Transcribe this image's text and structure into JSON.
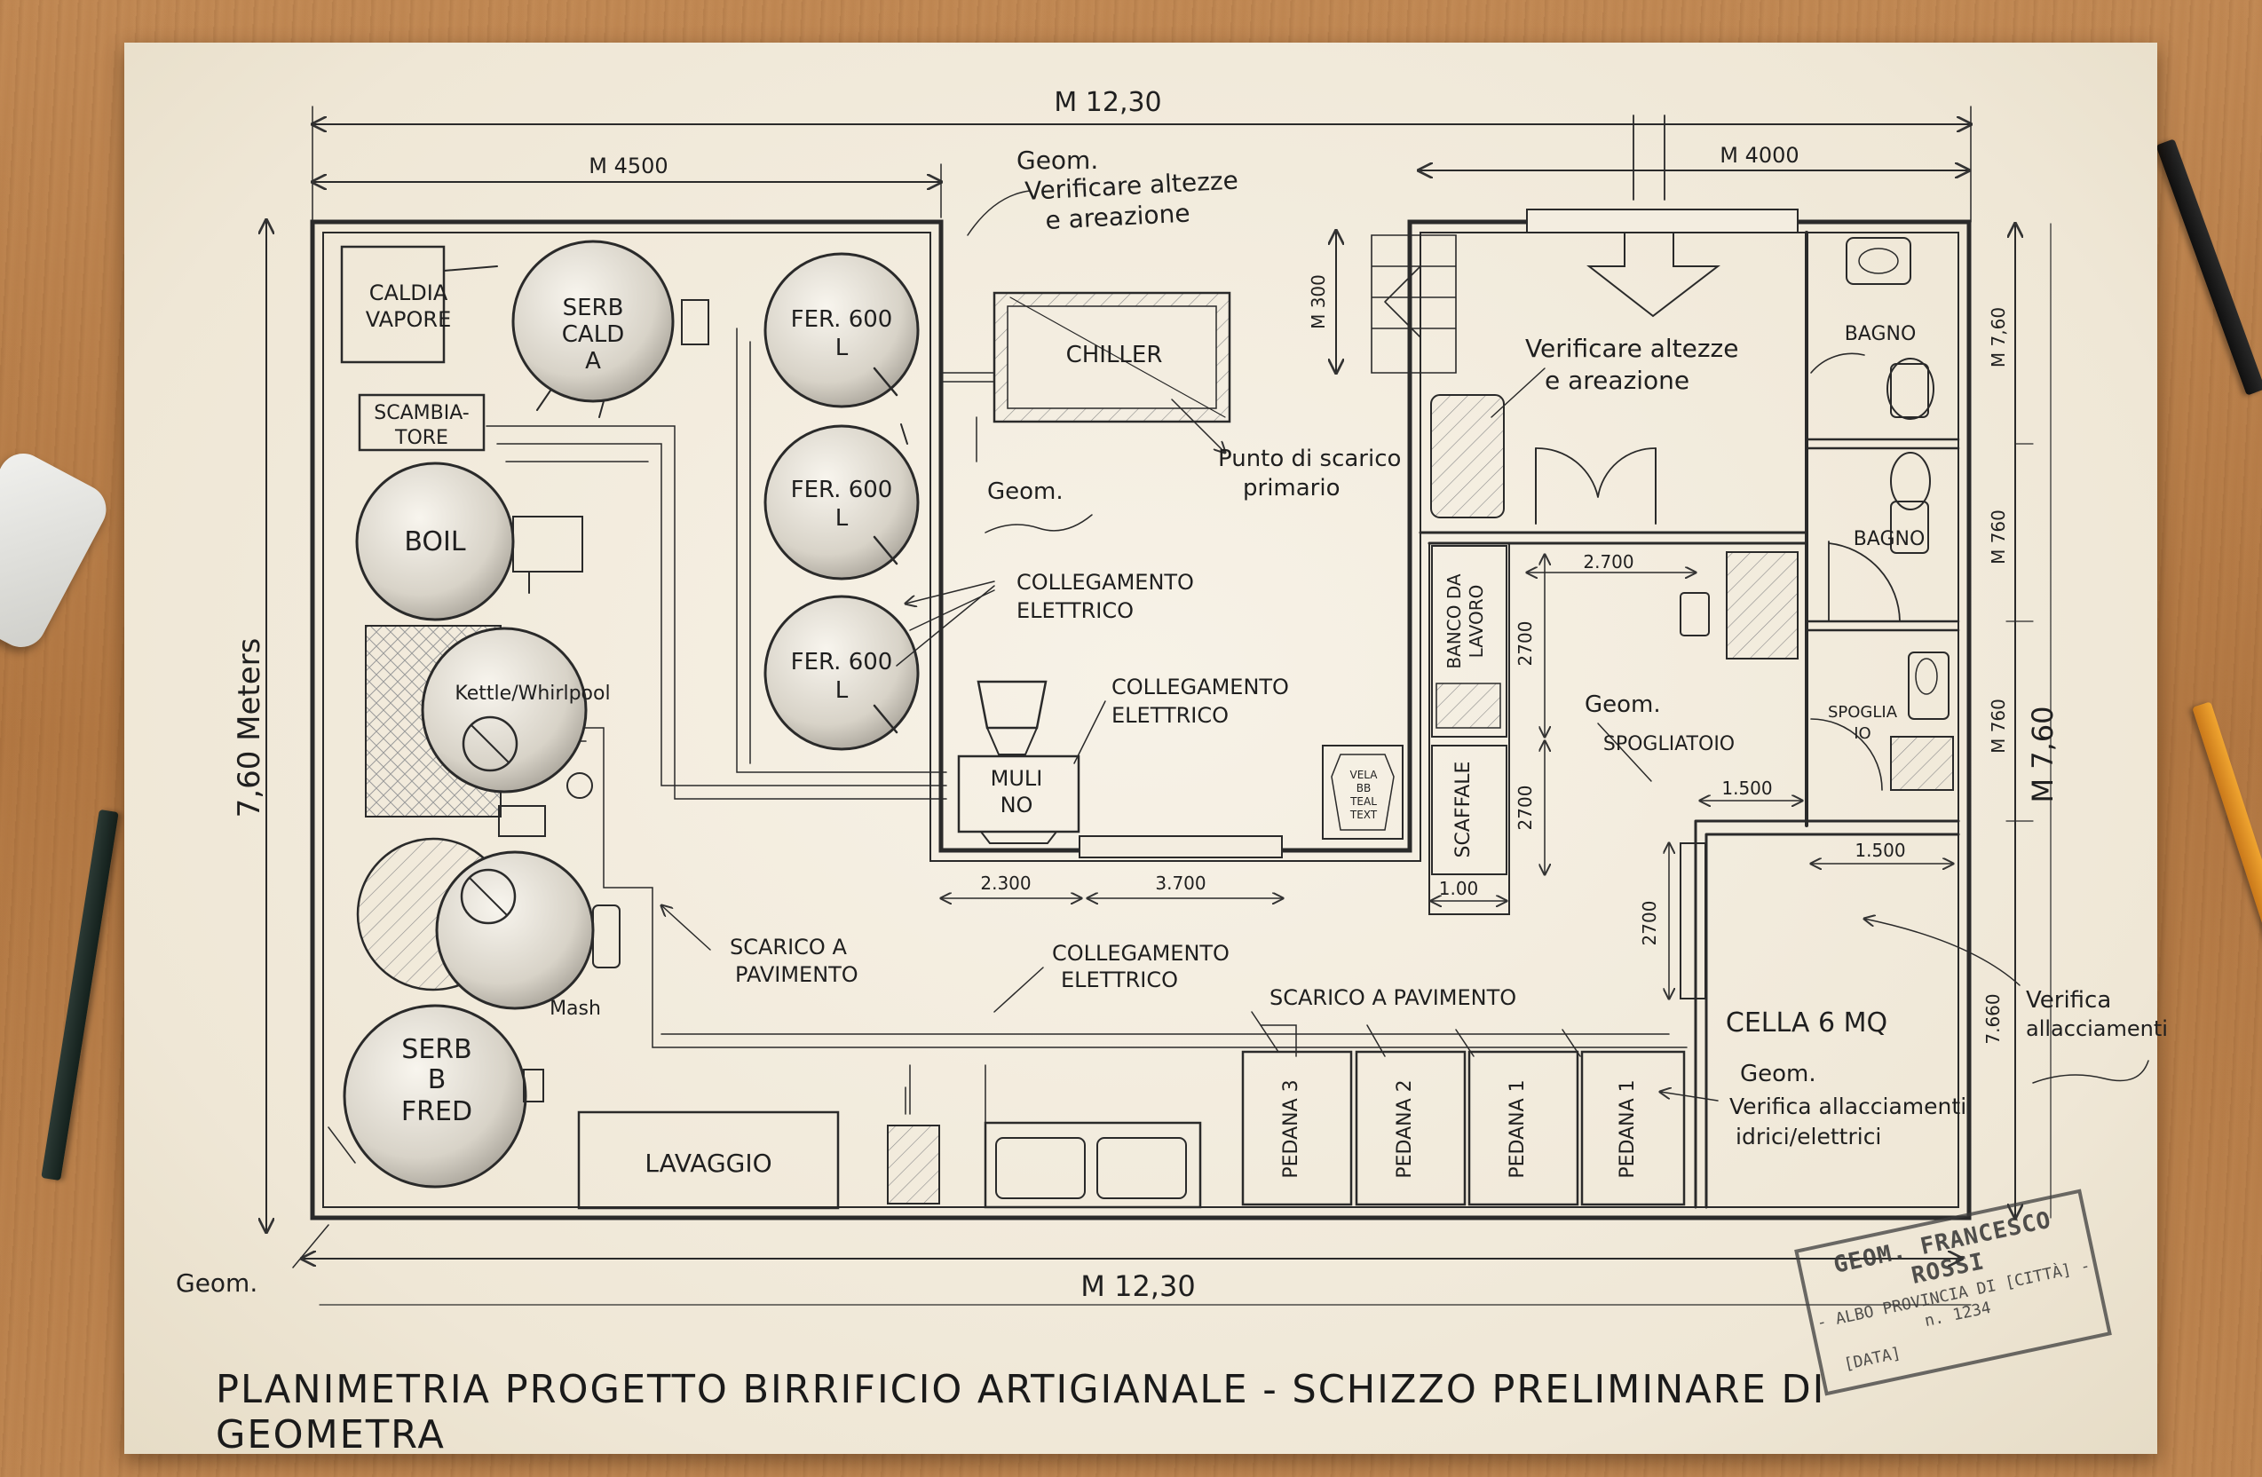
{
  "dims": {
    "top_total": "M 12,30",
    "top_left": "M 4500",
    "top_right": "M 4000",
    "left_side": "7,60 Meters",
    "bottom_total": "M 12,30",
    "right_big": "M 7,60",
    "right_a": "M 7,60",
    "right_b": "M 760",
    "right_c": "M 760",
    "right_d": "7.660",
    "m300": "M 300",
    "d2700a": "2.700",
    "d2700b": "2700",
    "d2700c": "2700",
    "d2700d": "2700",
    "d1500a": "1.500",
    "d1500b": "1.500",
    "d100": "1.00",
    "d2300": "2.300",
    "d3700": "3.700"
  },
  "equipment": {
    "caldia": [
      "CALDIA",
      "VAPORE"
    ],
    "serb_cald": [
      "SERB",
      "CALD",
      "A"
    ],
    "fer1": [
      "FER. 600",
      "L"
    ],
    "fer2": [
      "FER. 600",
      "L"
    ],
    "fer3": [
      "FER. 600",
      "L"
    ],
    "chiller": "CHILLER",
    "scambiatore": [
      "SCAMBIA-",
      "TORE"
    ],
    "boil": "BOIL",
    "kettle": "Kettle/Whirlpool",
    "mash": "Mash",
    "serb_fred": [
      "SERB",
      "B",
      "FRED"
    ],
    "mulino": [
      "MULI",
      "NO"
    ],
    "lavaggio": "LAVAGGIO",
    "vela": [
      "VELA",
      "BB",
      "TEAL",
      "TEXT"
    ],
    "scaffale": "SCAFFALE",
    "banco": [
      "BANCO DA",
      "LAVORO"
    ],
    "pedane": [
      "PEDANA 3",
      "PEDANA 2",
      "PEDANA 1",
      "PEDANA 1"
    ]
  },
  "rooms": {
    "bagno1": "BAGNO",
    "bagno2": "BAGNO",
    "spogliatoio": "SPOGLIATOIO",
    "spoglia_io": [
      "SPOGLIA",
      "IO"
    ],
    "cella": "CELLA 6 MQ"
  },
  "notes": {
    "geom_top": [
      "Geom.",
      "Verificare altezze",
      "e areazione"
    ],
    "verify_right": [
      "Verificare altezze",
      "e areazione"
    ],
    "punto_scarico": [
      "Punto di scarico",
      "primario"
    ],
    "geom_mid": "Geom.",
    "coll_elettrico_1": [
      "COLLEGAMENTO",
      "ELETTRICO"
    ],
    "coll_elettrico_2": [
      "COLLEGAMENTO",
      "ELETTRICO"
    ],
    "coll_elettrico_3": [
      "COLLEGAMENTO",
      "ELETTRICO"
    ],
    "scarico_pav_1": [
      "SCARICO A",
      "PAVIMENTO"
    ],
    "scarico_pav_2": "SCARICO A PAVIMENTO",
    "geom_spogliatoio": "Geom.",
    "geom_cella": "Geom.",
    "verifica_idrici": [
      "Verifica allacciamenti",
      "idrici/elettrici"
    ],
    "verifica_right": [
      "Verifica",
      "allacciamenti"
    ],
    "geom_bottom": "Geom."
  },
  "stamp": {
    "line1": "GEOM. FRANCESCO ROSSI",
    "line2": "- ALBO PROVINCIA DI [CITTÀ] -",
    "line3": "n. 1234",
    "line4": "[DATA]"
  },
  "title": "PLANIMETRIA PROGETTO BIRRIFICIO ARTIGIANALE - SCHIZZO PRELIMINARE DI GEOMETRA"
}
